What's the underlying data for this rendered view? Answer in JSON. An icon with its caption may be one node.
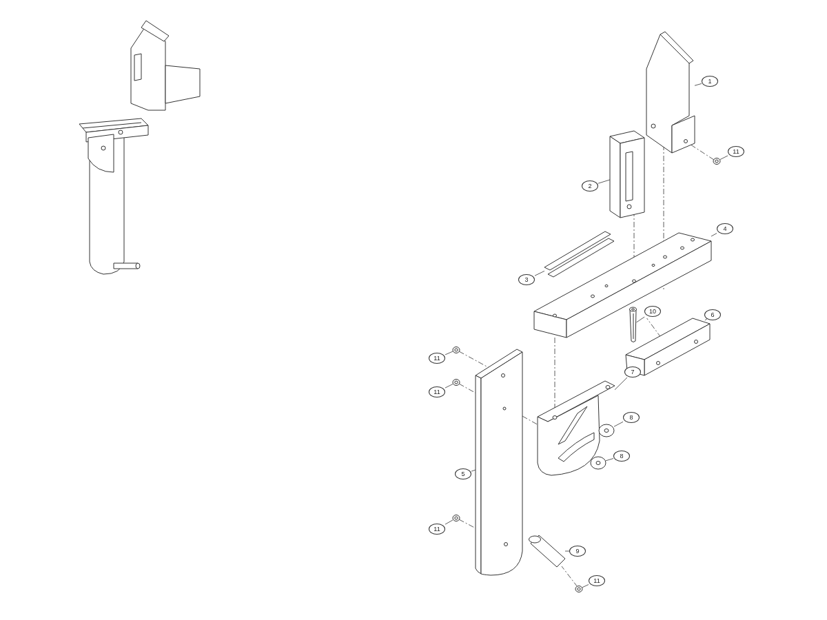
{
  "diagram": {
    "nodes": [
      {
        "text": [
          "1"
        ]
      },
      {
        "text": [],
        "shape": "picture"
      },
      {
        "text": [
          "11"
        ]
      },
      {
        "text": [],
        "shape": "picture"
      },
      {
        "text": [
          "2"
        ]
      },
      {
        "text": [],
        "shape": "picture"
      },
      {
        "text": [
          "4"
        ]
      },
      {
        "text": [],
        "shape": "picture"
      },
      {
        "text": [
          "3"
        ]
      },
      {
        "text": [],
        "shape": "picture"
      },
      {
        "text": [
          "10"
        ]
      },
      {
        "text": [],
        "shape": "picture"
      },
      {
        "text": [
          "6"
        ]
      },
      {
        "text": [],
        "shape": "picture"
      },
      {
        "text": [
          "11"
        ]
      },
      {
        "text": [],
        "shape": "picture"
      },
      {
        "text": [
          "11"
        ]
      },
      {
        "text": [],
        "shape": "picture"
      },
      {
        "text": [
          "7"
        ]
      },
      {
        "text": [],
        "shape": "picture"
      },
      {
        "text": [
          "8"
        ]
      },
      {
        "text": [],
        "shape": "picture"
      },
      {
        "text": [
          "5"
        ]
      },
      {
        "text": [],
        "shape": "picture"
      },
      {
        "text": [
          "8"
        ]
      },
      {
        "text": [],
        "shape": "picture"
      },
      {
        "text": [
          "11"
        ]
      },
      {
        "text": [],
        "shape": "picture"
      },
      {
        "text": [
          "9"
        ]
      },
      {
        "text": [],
        "shape": "picture"
      },
      {
        "text": [
          "11"
        ]
      },
      {
        "text": [],
        "shape": "picture"
      }
    ],
    "edges": [
      {
        "from": 0,
        "to": 1,
        "arrow": "none"
      },
      {
        "from": 2,
        "to": 3,
        "arrow": "none"
      },
      {
        "from": 4,
        "to": 5,
        "arrow": "none"
      },
      {
        "from": 6,
        "to": 7,
        "arrow": "none"
      },
      {
        "from": 8,
        "to": 9,
        "arrow": "none"
      },
      {
        "from": 10,
        "to": 11,
        "arrow": "none"
      },
      {
        "from": 12,
        "to": 13,
        "arrow": "none"
      },
      {
        "from": 14,
        "to": 15,
        "arrow": "none"
      },
      {
        "from": 16,
        "to": 17,
        "arrow": "none"
      },
      {
        "from": 18,
        "to": 19,
        "arrow": "none"
      },
      {
        "from": 20,
        "to": 21,
        "arrow": "none"
      },
      {
        "from": 22,
        "to": 23,
        "arrow": "none"
      },
      {
        "from": 24,
        "to": 25,
        "arrow": "none"
      },
      {
        "from": 26,
        "to": 27,
        "arrow": "none"
      },
      {
        "from": 28,
        "to": 29,
        "arrow": "none"
      },
      {
        "from": 30,
        "to": 31,
        "arrow": "none"
      },
      {
        "from": 3,
        "to": 1,
        "arrow": "none",
        "style": "dashed"
      },
      {
        "from": 1,
        "to": 7,
        "arrow": "none",
        "style": "dashed"
      },
      {
        "from": 5,
        "to": 7,
        "arrow": "none",
        "style": "dashed"
      },
      {
        "from": 7,
        "to": 19,
        "arrow": "none",
        "style": "dashed"
      },
      {
        "from": 7,
        "to": 13,
        "arrow": "none",
        "style": "dashed"
      },
      {
        "from": 15,
        "to": 23,
        "arrow": "none",
        "style": "dashed"
      },
      {
        "from": 17,
        "to": 23,
        "arrow": "none",
        "style": "dashed"
      },
      {
        "from": 23,
        "to": 19,
        "arrow": "none",
        "style": "dashed"
      },
      {
        "from": 27,
        "to": 23,
        "arrow": "none",
        "style": "dashed"
      },
      {
        "from": 31,
        "to": 29,
        "arrow": "none",
        "style": "dashed"
      }
    ]
  }
}
